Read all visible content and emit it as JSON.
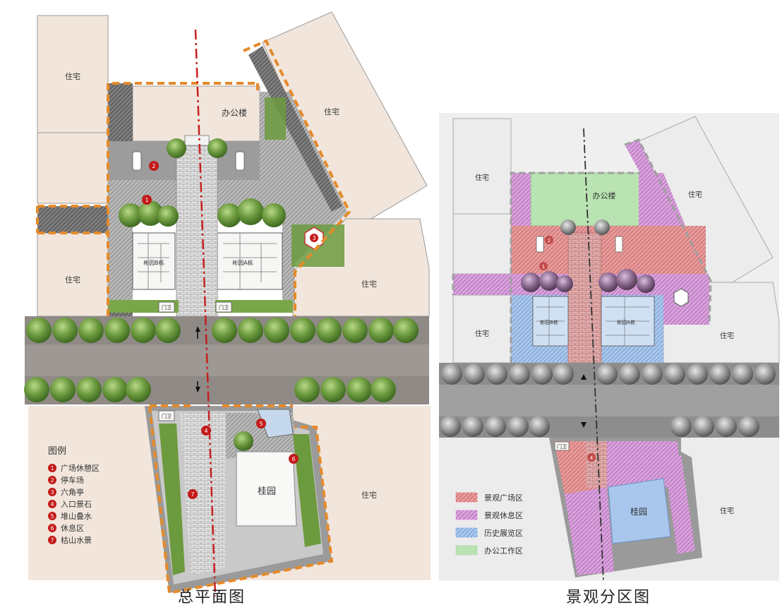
{
  "left_plan": {
    "title": "总平面图",
    "blocks": {
      "res_tl": "住宅",
      "res_ml": "住宅",
      "res_tr": "住宅",
      "res_r": "住宅",
      "res_br": "住宅",
      "office": "办公楼",
      "house_b": "彬园B栋",
      "house_a": "彬园A栋",
      "gate_l": "门卫",
      "gate_r": "门卫",
      "gate_s": "门卫",
      "gui": "桂园"
    },
    "legend": {
      "title": "图例",
      "items": [
        {
          "num": "1",
          "label": "广场休憩区"
        },
        {
          "num": "2",
          "label": "停车场"
        },
        {
          "num": "3",
          "label": "六角亭"
        },
        {
          "num": "4",
          "label": "入口景石"
        },
        {
          "num": "5",
          "label": "堆山叠水"
        },
        {
          "num": "6",
          "label": "休息区"
        },
        {
          "num": "7",
          "label": "枯山水景"
        }
      ]
    },
    "markers": [
      "1",
      "2",
      "3",
      "4",
      "5",
      "6",
      "7"
    ]
  },
  "right_plan": {
    "title": "景观分区图",
    "blocks": {
      "res_tl": "住宅",
      "res_ml": "住宅",
      "res_tr": "住宅",
      "res_r": "住宅",
      "res_br": "住宅",
      "office": "办公楼",
      "house_b": "彬园B栋",
      "house_a": "彬园A栋",
      "gate_s": "门卫",
      "gui": "桂园"
    },
    "markers": [
      "1",
      "2",
      "4"
    ],
    "legend": [
      {
        "label": "景观广场区",
        "color": "#e87a7a"
      },
      {
        "label": "景观休息区",
        "color": "#d98ce0"
      },
      {
        "label": "历史展览区",
        "color": "#7fb0e8"
      },
      {
        "label": "办公工作区",
        "color": "#9fd89a"
      }
    ]
  },
  "colors": {
    "block": "#f2e6dc",
    "road": "#8f8a86",
    "paving": "#a6a6a6",
    "tree": "#5f8f3c",
    "boundary": "#e58a2b",
    "axis": "#c61f1f",
    "marker": "#c41a1a"
  }
}
